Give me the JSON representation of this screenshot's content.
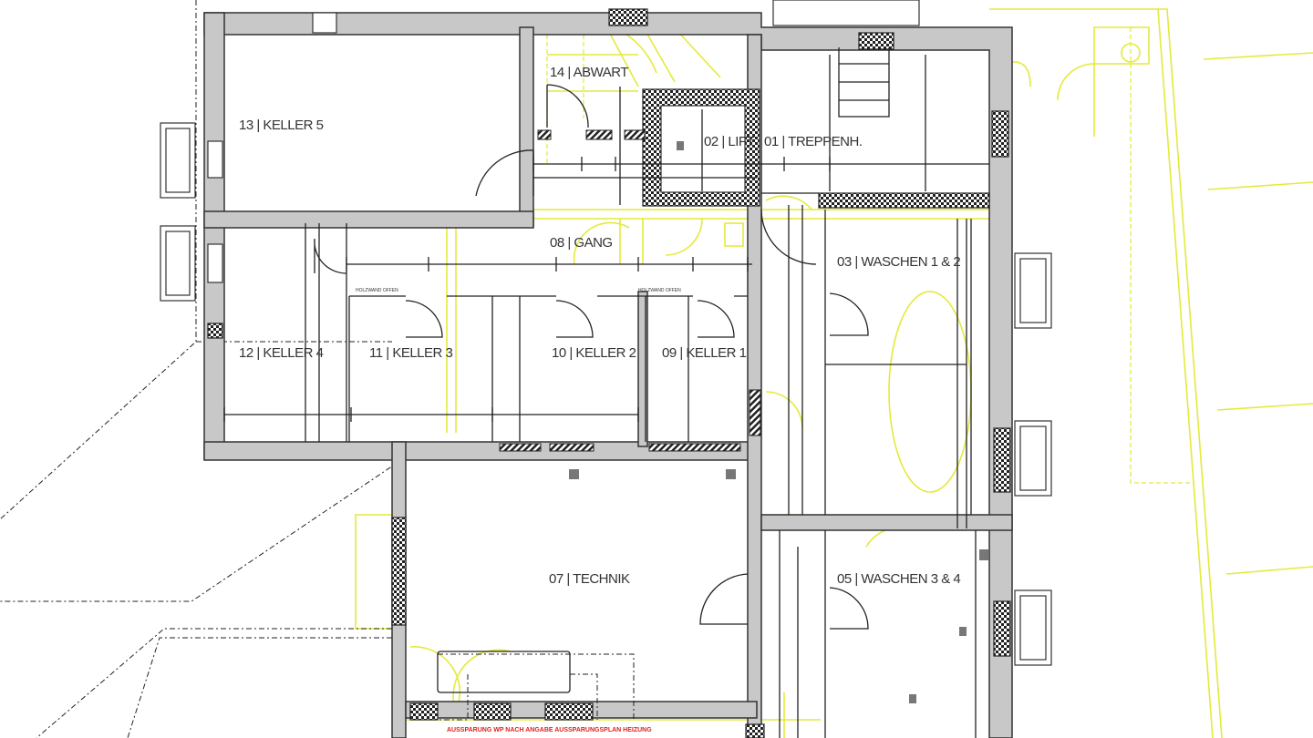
{
  "plan": {
    "rooms": [
      {
        "number": "13",
        "name": "KELLER 5"
      },
      {
        "number": "14",
        "name": "ABWART"
      },
      {
        "number": "02",
        "name": "LIFT"
      },
      {
        "number": "01",
        "name": "TREPPENH."
      },
      {
        "number": "08",
        "name": "GANG"
      },
      {
        "number": "03",
        "name": "WASCHEN 1 & 2"
      },
      {
        "number": "12",
        "name": "KELLER 4"
      },
      {
        "number": "11",
        "name": "KELLER 3"
      },
      {
        "number": "10",
        "name": "KELLER 2"
      },
      {
        "number": "09",
        "name": "KELLER 1"
      },
      {
        "number": "07",
        "name": "TECHNIK"
      },
      {
        "number": "05",
        "name": "WASCHEN 3 & 4"
      }
    ],
    "notes": {
      "holzwand_1": "HOLZWAND OFFEN",
      "holzwand_2": "HOLZWAND OFFEN",
      "aussparung": "AUSSPARUNG WP NACH ANGABE AUSSPARUNGSPLAN HEIZUNG"
    },
    "colors": {
      "wall": "#c8c8c8",
      "existing_overlay": "#e4ea3a",
      "note_red": "#e02020"
    }
  }
}
